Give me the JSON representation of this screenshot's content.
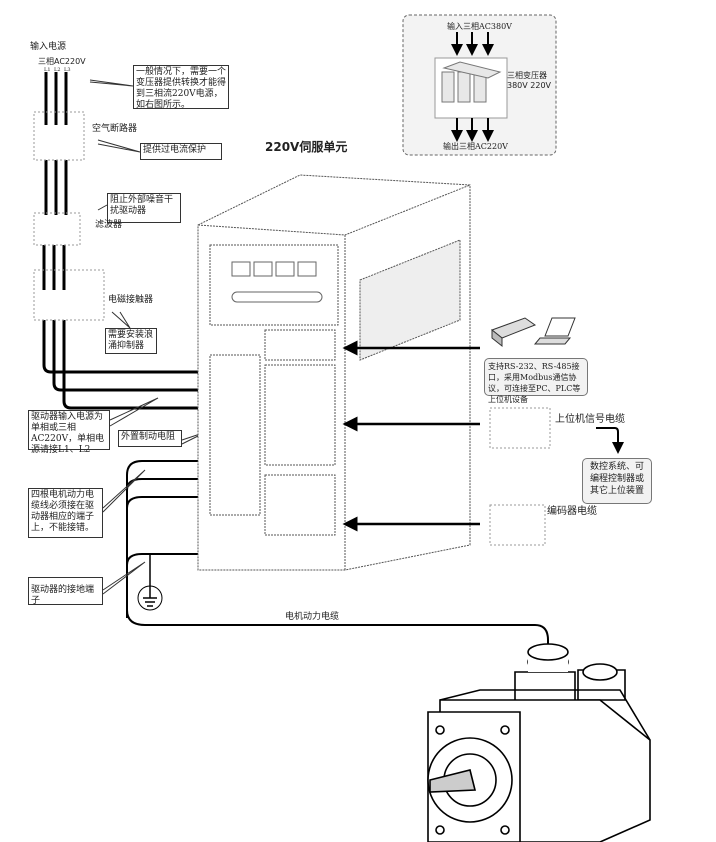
{
  "title": "220V伺服单元",
  "power_input": {
    "label": "输入电源",
    "spec": "三相AC220V",
    "phases": [
      "L1",
      "L2",
      "L3"
    ]
  },
  "callouts": {
    "transformer_note": "一般情况下，需要一个变压器提供转换才能得到三相流220V电源，如右图所示。",
    "breaker_label": "空气断路器",
    "breaker_note": "提供过电流保护",
    "filter_note": "阻止外部噪音干扰驱动器",
    "filter_label": "滤波器",
    "contactor_label": "电磁接触器",
    "contactor_note": "需要安装浪涌抑制器",
    "drive_input_note": "驱动器输入电源为单相或三相AC220V，单相电源请接L1、L2",
    "brake_resistor": "外置制动电阻",
    "motor_cable_note": "四根电机动力电缆线必须接在驱动器相应的端子上，不能接错。",
    "ground_note": "驱动器的接地端子",
    "motor_power_cable": "电机动力电缆"
  },
  "transformer": {
    "input": "输入三相AC380V",
    "label": "三相变压器",
    "ratio": "380V 220V",
    "output": "输出三相AC220V"
  },
  "comm": {
    "note": "支持RS-232、RS-485接口，采用Modbus通信协议，可连接至PC、PLC等上位机设备",
    "signal_cable": "上位机信号电缆",
    "host_device": "数控系统、可编程控制器或其它上位装置",
    "encoder_cable": "编码器电缆"
  }
}
